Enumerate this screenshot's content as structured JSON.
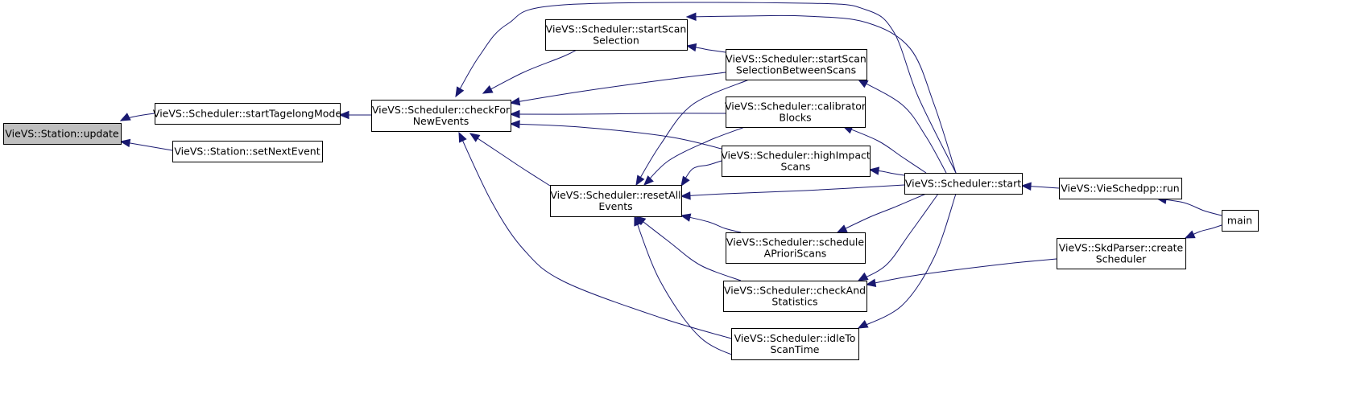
{
  "graph": {
    "title": "",
    "colors": {
      "edge": "#191970",
      "current_node": "#bfbfbf",
      "node": "#ffffff",
      "border": "#000000"
    },
    "nodes": [
      {
        "id": "station_update",
        "lines": [
          "VieVS::Station::update"
        ],
        "current": true
      },
      {
        "id": "start_tagelong",
        "lines": [
          "VieVS::Scheduler::startTagelongMode"
        ]
      },
      {
        "id": "set_next_event",
        "lines": [
          "VieVS::Station::setNextEvent"
        ]
      },
      {
        "id": "check_for_new_events",
        "lines": [
          "VieVS::Scheduler::checkFor",
          "NewEvents"
        ]
      },
      {
        "id": "start_scan_selection",
        "lines": [
          "VieVS::Scheduler::startScan",
          "Selection"
        ]
      },
      {
        "id": "reset_all_events",
        "lines": [
          "VieVS::Scheduler::resetAll",
          "Events"
        ]
      },
      {
        "id": "start_scan_selection_between",
        "lines": [
          "VieVS::Scheduler::startScan",
          "SelectionBetweenScans"
        ]
      },
      {
        "id": "calibrator_blocks",
        "lines": [
          "VieVS::Scheduler::calibrator",
          "Blocks"
        ]
      },
      {
        "id": "high_impact_scans",
        "lines": [
          "VieVS::Scheduler::highImpact",
          "Scans"
        ]
      },
      {
        "id": "schedule_apriori_scans",
        "lines": [
          "VieVS::Scheduler::schedule",
          "APrioriScans"
        ]
      },
      {
        "id": "check_and_statistics",
        "lines": [
          "VieVS::Scheduler::checkAnd",
          "Statistics"
        ]
      },
      {
        "id": "idle_to_scan_time",
        "lines": [
          "VieVS::Scheduler::idleTo",
          "ScanTime"
        ]
      },
      {
        "id": "scheduler_start",
        "lines": [
          "VieVS::Scheduler::start"
        ]
      },
      {
        "id": "vieschedpp_run",
        "lines": [
          "VieVS::VieSchedpp::run"
        ]
      },
      {
        "id": "skdparser_create",
        "lines": [
          "VieVS::SkdParser::create",
          "Scheduler"
        ]
      },
      {
        "id": "main",
        "lines": [
          "main"
        ]
      }
    ],
    "edges": [
      {
        "from": "start_tagelong",
        "to": "station_update"
      },
      {
        "from": "set_next_event",
        "to": "station_update"
      },
      {
        "from": "check_for_new_events",
        "to": "start_tagelong"
      },
      {
        "from": "start_scan_selection",
        "to": "check_for_new_events"
      },
      {
        "from": "start_scan_selection_between",
        "to": "check_for_new_events"
      },
      {
        "from": "calibrator_blocks",
        "to": "check_for_new_events"
      },
      {
        "from": "high_impact_scans",
        "to": "check_for_new_events"
      },
      {
        "from": "reset_all_events",
        "to": "check_for_new_events"
      },
      {
        "from": "scheduler_start",
        "to": "check_for_new_events"
      },
      {
        "from": "idle_to_scan_time",
        "to": "check_for_new_events"
      },
      {
        "from": "start_scan_selection_between",
        "to": "start_scan_selection"
      },
      {
        "from": "scheduler_start",
        "to": "start_scan_selection"
      },
      {
        "from": "scheduler_start",
        "to": "start_scan_selection_between"
      },
      {
        "from": "scheduler_start",
        "to": "calibrator_blocks"
      },
      {
        "from": "scheduler_start",
        "to": "high_impact_scans"
      },
      {
        "from": "scheduler_start",
        "to": "reset_all_events"
      },
      {
        "from": "scheduler_start",
        "to": "schedule_apriori_scans"
      },
      {
        "from": "scheduler_start",
        "to": "check_and_statistics"
      },
      {
        "from": "scheduler_start",
        "to": "idle_to_scan_time"
      },
      {
        "from": "start_scan_selection_between",
        "to": "reset_all_events"
      },
      {
        "from": "calibrator_blocks",
        "to": "reset_all_events"
      },
      {
        "from": "high_impact_scans",
        "to": "reset_all_events"
      },
      {
        "from": "schedule_apriori_scans",
        "to": "reset_all_events"
      },
      {
        "from": "check_and_statistics",
        "to": "reset_all_events"
      },
      {
        "from": "idle_to_scan_time",
        "to": "reset_all_events"
      },
      {
        "from": "skdparser_create",
        "to": "check_and_statistics"
      },
      {
        "from": "vieschedpp_run",
        "to": "scheduler_start"
      },
      {
        "from": "main",
        "to": "vieschedpp_run"
      },
      {
        "from": "main",
        "to": "skdparser_create"
      }
    ]
  }
}
